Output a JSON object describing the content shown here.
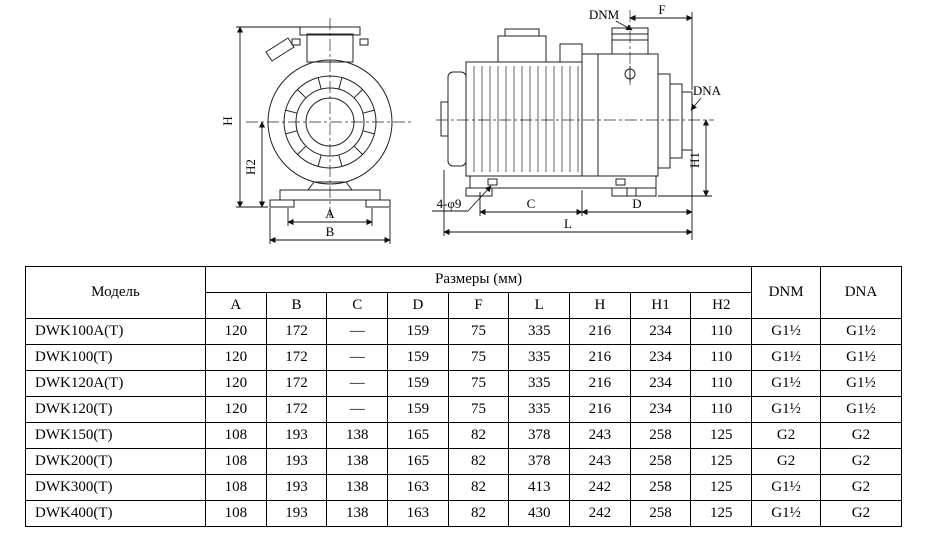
{
  "drawing": {
    "front": {
      "h": "H",
      "h2": "H2",
      "a": "A",
      "b": "B"
    },
    "side": {
      "dnm": "DNM",
      "f": "F",
      "dna": "DNA",
      "h1": "H1",
      "holes": "4-φ9",
      "c": "C",
      "d": "D",
      "l": "L"
    }
  },
  "table": {
    "model_header": "Модель",
    "sizes_header": "Размеры (мм)",
    "size_columns": [
      "A",
      "B",
      "C",
      "D",
      "F",
      "L",
      "H",
      "H1",
      "H2"
    ],
    "dnm_header": "DNM",
    "dna_header": "DNA",
    "rows": [
      {
        "model": "DWK100A(T)",
        "sizes": [
          "120",
          "172",
          "—",
          "159",
          "75",
          "335",
          "216",
          "234",
          "110"
        ],
        "dnm": "G1½",
        "dna": "G1½"
      },
      {
        "model": "DWK100(T)",
        "sizes": [
          "120",
          "172",
          "—",
          "159",
          "75",
          "335",
          "216",
          "234",
          "110"
        ],
        "dnm": "G1½",
        "dna": "G1½"
      },
      {
        "model": "DWK120A(T)",
        "sizes": [
          "120",
          "172",
          "—",
          "159",
          "75",
          "335",
          "216",
          "234",
          "110"
        ],
        "dnm": "G1½",
        "dna": "G1½"
      },
      {
        "model": "DWK120(T)",
        "sizes": [
          "120",
          "172",
          "—",
          "159",
          "75",
          "335",
          "216",
          "234",
          "110"
        ],
        "dnm": "G1½",
        "dna": "G1½"
      },
      {
        "model": "DWK150(T)",
        "sizes": [
          "108",
          "193",
          "138",
          "165",
          "82",
          "378",
          "243",
          "258",
          "125"
        ],
        "dnm": "G2",
        "dna": "G2"
      },
      {
        "model": "DWK200(T)",
        "sizes": [
          "108",
          "193",
          "138",
          "165",
          "82",
          "378",
          "243",
          "258",
          "125"
        ],
        "dnm": "G2",
        "dna": "G2"
      },
      {
        "model": "DWK300(T)",
        "sizes": [
          "108",
          "193",
          "138",
          "163",
          "82",
          "413",
          "242",
          "258",
          "125"
        ],
        "dnm": "G1½",
        "dna": "G2"
      },
      {
        "model": "DWK400(T)",
        "sizes": [
          "108",
          "193",
          "138",
          "163",
          "82",
          "430",
          "242",
          "258",
          "125"
        ],
        "dnm": "G1½",
        "dna": "G2"
      }
    ]
  }
}
